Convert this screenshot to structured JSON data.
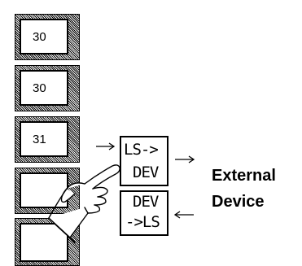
{
  "keys": [
    {
      "value": "30"
    },
    {
      "value": "30"
    },
    {
      "value": "31"
    },
    {
      "value": ""
    },
    {
      "value": ""
    }
  ],
  "ls_to_dev": {
    "line1": "LS->",
    "line2": "DEV"
  },
  "dev_to_ls": {
    "line1": "DEV",
    "line2": "->LS"
  },
  "external_device": {
    "line1": "External",
    "line2": "Device"
  },
  "icons": {
    "hand": "pointing-hand-icon",
    "arrow_in": "arrow-right-icon",
    "arrow_out": "arrow-right-icon",
    "arrow_back": "arrow-left-icon"
  }
}
